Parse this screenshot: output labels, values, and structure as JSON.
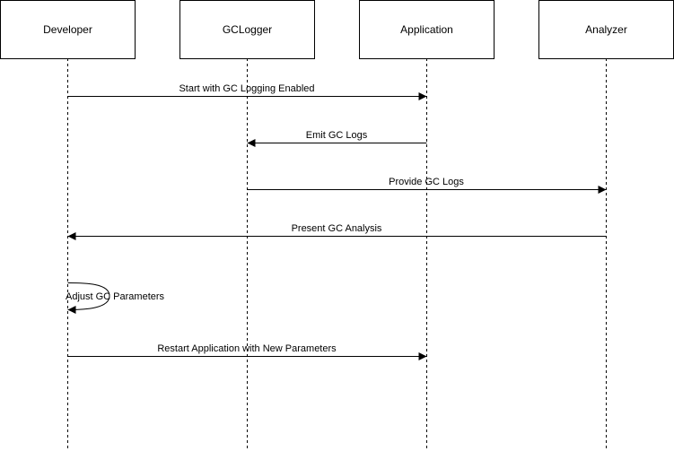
{
  "colors": {
    "stroke": "#000000",
    "background": "#ffffff"
  },
  "participants": [
    {
      "id": "developer",
      "label": "Developer"
    },
    {
      "id": "gclogger",
      "label": "GCLogger"
    },
    {
      "id": "application",
      "label": "Application"
    },
    {
      "id": "analyzer",
      "label": "Analyzer"
    }
  ],
  "messages": [
    {
      "from": "developer",
      "to": "application",
      "label": "Start with GC Logging Enabled"
    },
    {
      "from": "application",
      "to": "gclogger",
      "label": "Emit GC Logs"
    },
    {
      "from": "gclogger",
      "to": "analyzer",
      "label": "Provide GC Logs"
    },
    {
      "from": "analyzer",
      "to": "developer",
      "label": "Present GC Analysis"
    },
    {
      "from": "developer",
      "to": "developer",
      "label": "Adjust GC Parameters"
    },
    {
      "from": "developer",
      "to": "application",
      "label": "Restart Application with New Parameters"
    }
  ]
}
